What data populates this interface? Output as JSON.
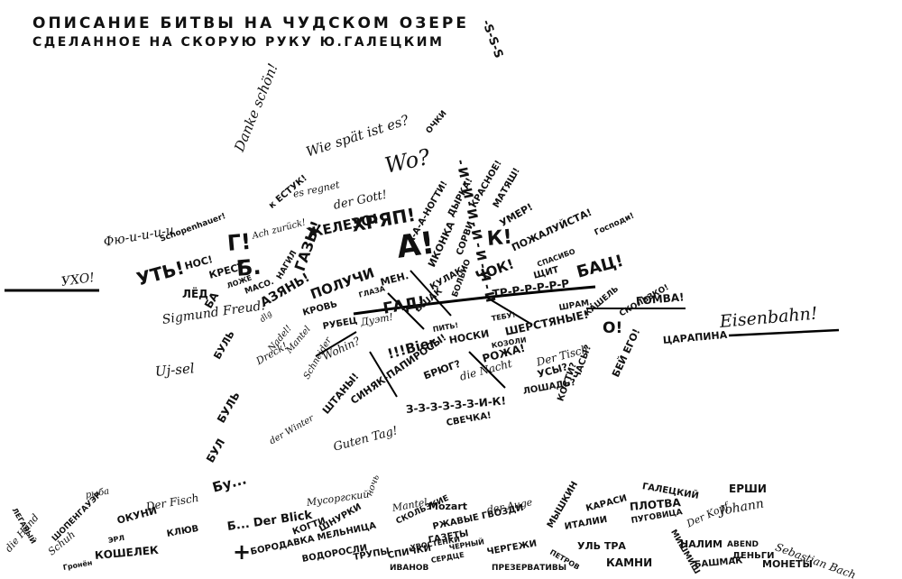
{
  "header": {
    "title": "ОПИСАНИЕ БИТВЫ НА ЧУДСКОМ ОЗЕРЕ",
    "subtitle": "СДЕЛАННОЕ НА СКОРУЮ РУКУ Ю.ГАЛЕЦКИМ"
  },
  "words": {
    "sss": "-S-S-S",
    "i_trail": "-И-И-И-И-И-И-И",
    "danke": "Danke schön!",
    "wie_spaet": "Wie spät ist es?",
    "wo": "Wo?",
    "ochki": "ОЧКИ",
    "es_regnet": "es regnet",
    "estuk": "к ЕСТУК!",
    "der_gott": "der Gott!",
    "khryap": "ХРЯП!",
    "nogti": "А-А-А-НОГТИ!",
    "dyrka": "ДЫРКА!",
    "krasnoe": "КРАСНОЕ!",
    "matyash": "МАТЯШ!",
    "umer": "УМЕР!",
    "fyu": "Фю-и-и-и-и",
    "schopenhauer": "Schopenhauer!",
    "g": "Г!",
    "ach_zuruck": "Ach zurück!",
    "zhelezo": "ЖЕЛЕЗО!",
    "a_big": "А!",
    "k_big": "К!",
    "ikonka": "ИКОНКА",
    "sorvi": "СОРВИ",
    "pozhaluista": "ПОЖАЛУЙСТА!",
    "spasibo": "СПАСИБО",
    "shchit": "ЩИТ",
    "gospodi": "Господи!",
    "ukho": "УХО!",
    "ut": "УТЬ!",
    "nos": "НОС!",
    "b": "Б.",
    "krest": "КРЕСТ",
    "lozhe": "ЛОЖЕ",
    "maso": "МАСО.",
    "nagil": "НАГИЛ",
    "gazy": "ГАЗЫ!",
    "azyan": "АЗЯНЬ!",
    "poluchi": "ПОЛУЧИ",
    "men": "МЕН.",
    "glaza": "ГЛАЗА",
    "kulak": "КУЛАК!",
    "chok": "ЧОК!",
    "bats": "БАЦ!",
    "led": "ЛЁД",
    "ba": "БА",
    "krov": "КРОВЬ",
    "gad": "ГАД!",
    "vshak": "ВШАК",
    "bolnyo": "БОЛЬНО",
    "tr": "ТР-Р-Р-Р-Р-Р",
    "sigmund": "Sigmund Freud!",
    "dlg": "dlg",
    "rubets": "РУБЕЦ",
    "duet": "Дуэт!",
    "pit": "ПИТЬ!",
    "tebu": "ТЕБУ!",
    "shram": "ШРАМ.",
    "kashel": "КАШЕЛЬ",
    "gomva": "ГОМВА!",
    "eisenbahn": "Eisenbahn!",
    "nadel": "Nadel!",
    "mantel": "Mantel",
    "schneider": "Schneider",
    "noski": "НОСКИ",
    "sherstyanye": "ШЕРСТЯНЫЕ!",
    "o": "О!",
    "skolzko": "СКОЛЬЗКО!",
    "tsarapina": "ЦАРАПИНА",
    "uj_sel": "Uj-sel",
    "bul1": "БУЛЬ",
    "dreck": "Dreck!",
    "wohin": "Wohin?",
    "bier": "!!!Bier",
    "kozoli": "КОЗОЛИ",
    "rozha": "РОЖА!",
    "der_tisch": "Der Tisch",
    "bei_ego": "БЕЙ ЕГО!",
    "bryug": "БРЮГ?",
    "die_nacht": "die Nacht",
    "usy": "УСЫ?",
    "loshad": "ЛОШАДЬ?",
    "kosti": "КОСТИ?",
    "chasy": "ЧАСЫ?",
    "bul2": "БУЛЬ",
    "shtany": "ШТАНЫ!",
    "papirosy": "СИНЯК-ПАПИРОСЫ!",
    "z3": "З-З-З-З-З-З-И-К!",
    "der_winter": "der Winter",
    "guten_tag": "Guten Tag!",
    "svechka": "СВЕЧКА!",
    "bu1": "БУЛ",
    "bu_dots": "Бу...",
    "erschi": "ЕРШИ"
  },
  "ground": {
    "mozart": "Mozart",
    "hand": "die Hand",
    "legavy": "ЛЕГАВЫЙ",
    "schuh": "Schuh",
    "shopengauer": "ШОПЕНГАУЭР",
    "ryba": "рыба",
    "okuni": "ОКУНИ",
    "der_fisch": "Der Fisch",
    "erl": "ЭРЛ",
    "klyuv": "КЛЮВ",
    "koshelek": "КОШЕЛЕК",
    "gronyon": "Гронён",
    "b_dots": "Б... Der Blick",
    "plus": "+",
    "borodavka": "БОРОДАВКА МЕЛЬНИЦА",
    "mussorgsky": "Мусоргский",
    "kogti": "КОГТИ",
    "shnurki": "ШНУРКИ",
    "vodorosli": "ВОДОРОСЛИ",
    "trupy": "ТРУПЫ",
    "spichki": "СПИЧКИ",
    "ivanov": "ИВАНОВ",
    "noch": "ночь",
    "mantel": "Mantel",
    "rzhavye": "РЖАВЫЕ ГВОЗДИ",
    "skolzkie": "СКОЛЬЗКИЕ",
    "gazety": "ГАЗЕТЫ",
    "khvostenki": "ХВОСТЕНКИ",
    "serdtse": "СЕРДЦЕ",
    "chernyi": "ЧЕРНЫЙ",
    "der_auge": "der Auge",
    "chergezhi": "ЧЕРГЕЖИ",
    "prezervativy": "ПРЕЗЕРВАТИВЫ",
    "myshkin": "МЫШКИН",
    "karasi": "КАРАСИ",
    "italii": "ИТАЛИИ",
    "uzh_tra": "УЛЬ ТРА",
    "petrov": "ПЕТРОВ",
    "kamni": "КАМНИ",
    "galetsky": "ГАЛЕЦКИЙ",
    "plotva": "ПЛОТВА",
    "pugovitsa": "ПУГОВИЦА",
    "mishmish": "МИШМИШ",
    "der_kopf": "Der Kopf",
    "johann": "Johann",
    "sebastian": "Sebastian Bach",
    "nalim": "НАЛИМ",
    "abend": "ABEND",
    "dengi": "ДЕНЬГИ",
    "bashmak": "БАШМАК",
    "monety": "МОНЕТЫ"
  }
}
